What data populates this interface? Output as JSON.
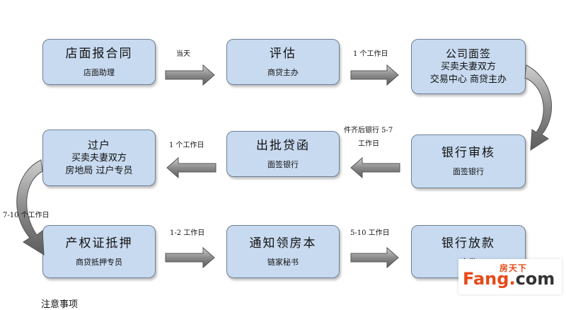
{
  "steps": [
    {
      "title": "店面报合同",
      "sub": "店面助理"
    },
    {
      "title": "评估",
      "sub": "商贷主办"
    },
    {
      "title": "公司面签",
      "lines": [
        "买卖夫妻双方",
        "交易中心  商贷主办"
      ]
    },
    {
      "title": "银行审核",
      "sub": "面签银行"
    },
    {
      "title": "出批贷函",
      "sub": "面签银行"
    },
    {
      "title": "过户",
      "lines": [
        "买卖夫妻双方",
        "房地局  过户专员"
      ]
    },
    {
      "title": "产权证抵押",
      "sub": "商贷抵押专员"
    },
    {
      "title": "通知领房本",
      "sub": "链家秘书"
    },
    {
      "title": "银行放款",
      "sub": "商贷"
    }
  ],
  "arrow_labels": {
    "a1": "当天",
    "a2": "1 个工作日",
    "a3_line1": "件齐后银行 5-7",
    "a3_line2": "工作日",
    "a4": "1 个工作日",
    "a5": "7-10 个工作日",
    "a6": "1-2 工作日",
    "a7": "5-10 工作日"
  },
  "footer": "注意事项",
  "watermark": {
    "cn": "房天下",
    "en": "Fang",
    "dot": ".",
    "com": "com"
  },
  "colors": {
    "box_fill": "#c8daf0",
    "box_border": "#6e7f95",
    "arrow": "#8a8a8a",
    "watermark": "#e64a19"
  }
}
